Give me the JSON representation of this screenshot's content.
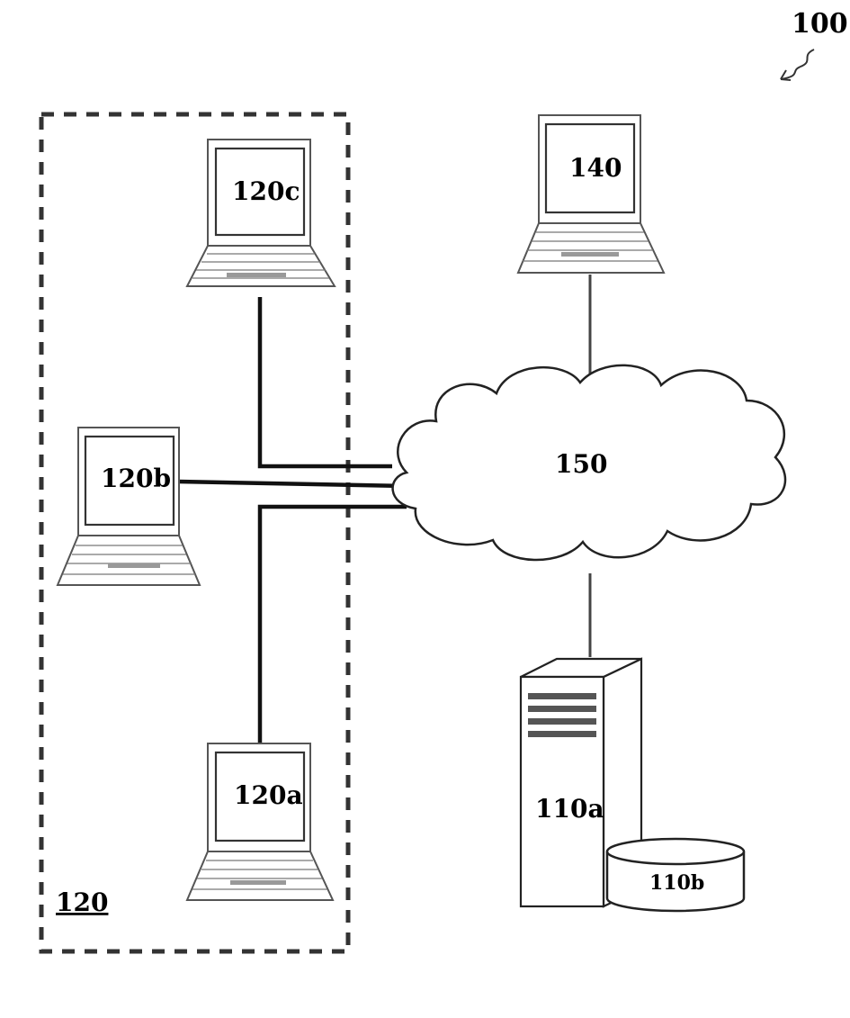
{
  "labels": {
    "figure": "100",
    "group": "120",
    "laptop_c": "120c",
    "laptop_b": "120b",
    "laptop_a": "120a",
    "terminal": "140",
    "network": "150",
    "server": "110a",
    "database": "110b"
  }
}
